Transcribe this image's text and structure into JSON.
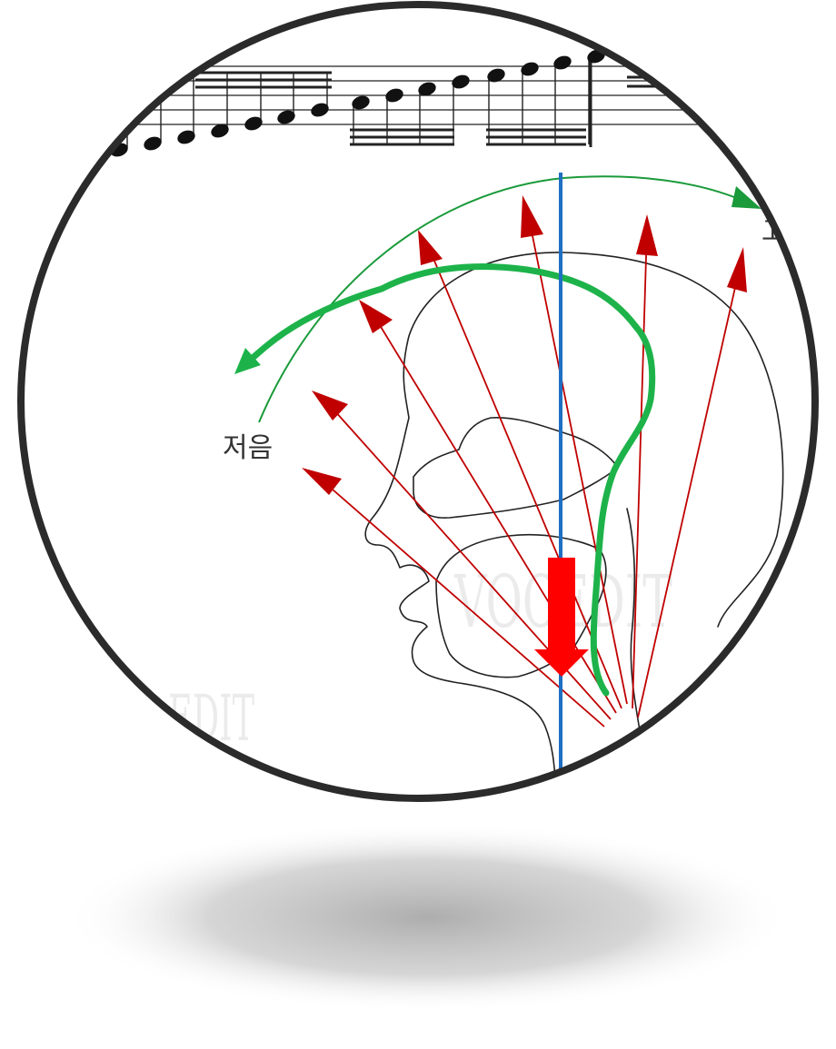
{
  "labels": {
    "low_pitch": "저음",
    "high_pitch_partial": "고"
  },
  "watermarks": {
    "brand": "VOCEDIT",
    "corner": "EDIT"
  },
  "colors": {
    "frame": "#2b2b2b",
    "resonance_arrows": "#c00000",
    "pitch_arc": "#1a9a3a",
    "breath_path": "#1db34a",
    "center_line": "#1f6fc2",
    "support_arrow": "#ff0000",
    "head_outline": "#222222",
    "shadow": "#bcbcbc"
  },
  "icons": {
    "support_arrow": "down-arrow-icon",
    "breath_path_head": "arrowhead-icon"
  }
}
